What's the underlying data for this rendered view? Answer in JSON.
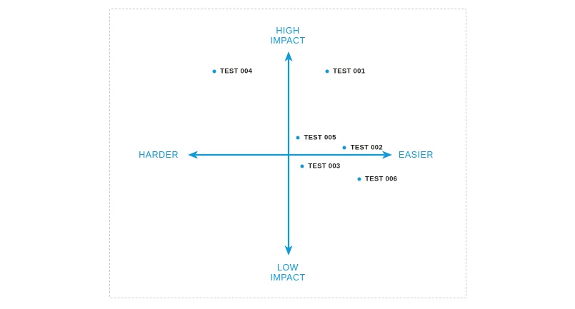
{
  "colors": {
    "accent": "#0e9ad6",
    "text": "#1d1d1b",
    "border": "#c9c9c9"
  },
  "chart_data": {
    "type": "scatter",
    "title": "",
    "axes": {
      "y_positive": [
        "HIGH",
        "IMPACT"
      ],
      "y_negative": [
        "LOW",
        "IMPACT"
      ],
      "x_negative": "HARDER",
      "x_positive": "EASIER",
      "x_range": [
        -1,
        1
      ],
      "y_range": [
        -1,
        1
      ],
      "grid": false,
      "style": "quadrant with double-headed arrow axes crossing at center"
    },
    "point_color": "#0e9ad6",
    "points": [
      {
        "label": "TEST 001",
        "x": 0.37,
        "y": 0.82
      },
      {
        "label": "TEST 002",
        "x": 0.54,
        "y": 0.07
      },
      {
        "label": "TEST 003",
        "x": 0.13,
        "y": -0.11
      },
      {
        "label": "TEST 004",
        "x": -0.72,
        "y": 0.82
      },
      {
        "label": "TEST 005",
        "x": 0.09,
        "y": 0.17
      },
      {
        "label": "TEST 006",
        "x": 0.68,
        "y": -0.24
      }
    ]
  }
}
